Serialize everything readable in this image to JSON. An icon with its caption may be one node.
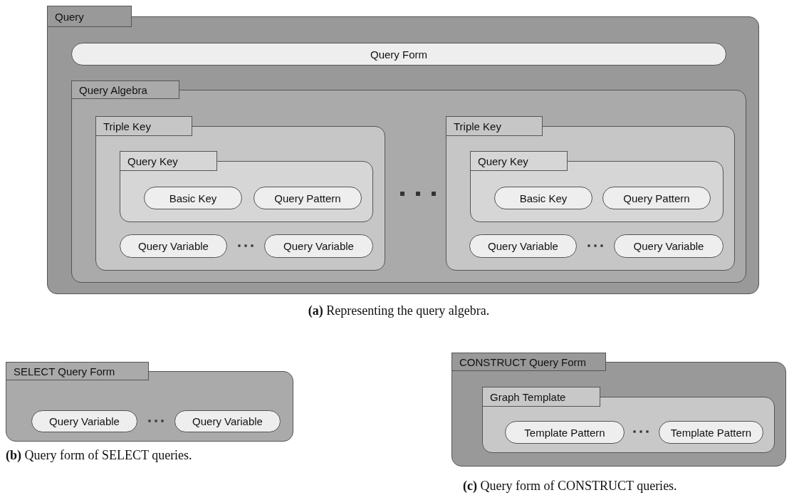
{
  "diagram": {
    "nodes": [
      {
        "text": [
          "Query"
        ]
      },
      {
        "text": [
          "Query Form"
        ],
        "in": 0
      },
      {
        "text": [
          "Query Algebra"
        ],
        "in": 0
      },
      {
        "text": [
          "Triple Key"
        ],
        "in": 2
      },
      {
        "text": [
          "Query Key"
        ],
        "in": 3
      },
      {
        "text": [
          "Basic Key"
        ],
        "in": 4
      },
      {
        "text": [
          "Query Pattern"
        ],
        "in": 4
      },
      {
        "text": [
          "Query Variable"
        ],
        "in": 3
      },
      {
        "text": [
          "Query Variable"
        ],
        "in": 3
      },
      {
        "text": [
          "Triple Key"
        ],
        "in": 2
      },
      {
        "text": [
          "Query Key"
        ],
        "in": 9
      },
      {
        "text": [
          "Basic Key"
        ],
        "in": 10
      },
      {
        "text": [
          "Query Pattern"
        ],
        "in": 10
      },
      {
        "text": [
          "Query Variable"
        ],
        "in": 9
      },
      {
        "text": [
          "Query Variable"
        ],
        "in": 9
      },
      {
        "text": [
          "SELECT Query Form"
        ]
      },
      {
        "text": [
          "Query Variable"
        ],
        "in": 15
      },
      {
        "text": [
          "Query Variable"
        ],
        "in": 15
      },
      {
        "text": [
          "CONSTRUCT Query Form"
        ]
      },
      {
        "text": [
          "Graph Template"
        ],
        "in": 18
      },
      {
        "text": [
          "Template Pattern"
        ],
        "in": 19
      },
      {
        "text": [
          "Template Pattern"
        ],
        "in": 19
      }
    ],
    "edges": [],
    "labels": [
      "**(a)** Representing the query algebra.",
      "**(b)** Query form of SELECT queries.",
      "**(c)** Query form of CONSTRUCT queries."
    ]
  }
}
